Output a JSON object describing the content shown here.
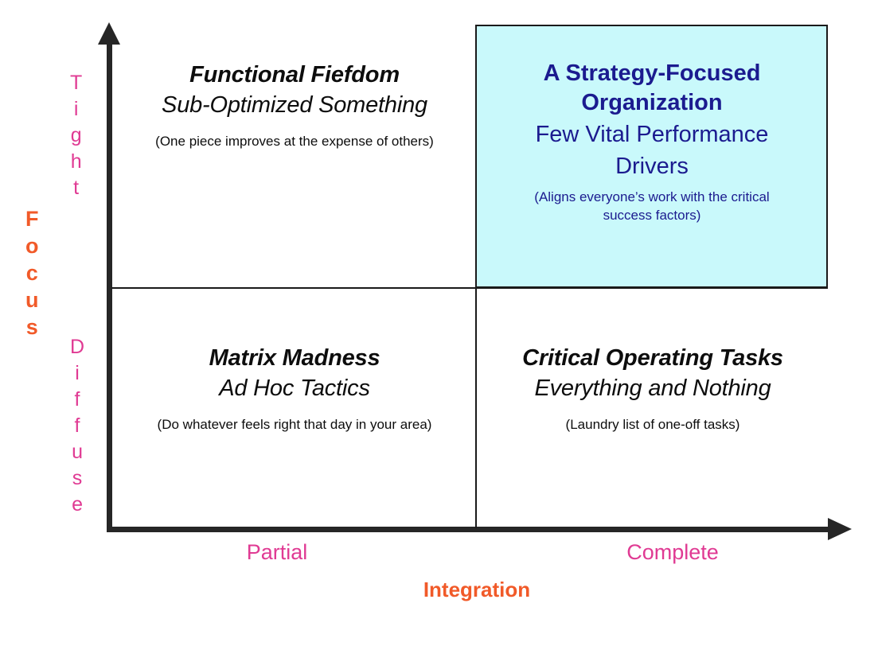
{
  "chart_data": {
    "type": "matrix",
    "title": "",
    "xlabel": "Integration",
    "ylabel": "Focus",
    "x_ticks": [
      "Partial",
      "Complete"
    ],
    "y_ticks": [
      "Tight",
      "Diffuse"
    ],
    "grid": false,
    "legend": "none",
    "quadrants": [
      {
        "position": "top-left",
        "x": "Partial",
        "y": "Tight",
        "title": "Functional Fiefdom",
        "subtitle": "Sub-Optimized Something",
        "note": "(One piece improves at the expense of others)",
        "highlighted": false
      },
      {
        "position": "top-right",
        "x": "Complete",
        "y": "Tight",
        "title": "A Strategy-Focused Organization",
        "subtitle": "Few Vital Performance Drivers",
        "note": "(Aligns everyone’s work with the critical success factors)",
        "highlighted": true
      },
      {
        "position": "bottom-left",
        "x": "Partial",
        "y": "Diffuse",
        "title": "Matrix Madness",
        "subtitle": "Ad Hoc Tactics",
        "note": "(Do whatever feels right that day in your area)",
        "highlighted": false
      },
      {
        "position": "bottom-right",
        "x": "Complete",
        "y": "Diffuse",
        "title": "Critical Operating Tasks",
        "subtitle": "Everything and Nothing",
        "note": "(Laundry list of one-off tasks)",
        "highlighted": false
      }
    ]
  },
  "axes": {
    "y": {
      "title": "Focus",
      "title_color": "#F15A29",
      "high_label": "Tight",
      "low_label": "Diffuse",
      "tick_color": "#E03A93"
    },
    "x": {
      "title": "Integration",
      "title_color": "#F15A29",
      "low_label": "Partial",
      "high_label": "Complete",
      "tick_color": "#E03A93"
    }
  },
  "quadrants": {
    "top_left": {
      "title": "Functional Fiefdom",
      "subtitle": "Sub-Optimized Something",
      "note": "(One piece improves at the expense of others)"
    },
    "top_right": {
      "title_line1": "A Strategy-Focused",
      "title_line2": "Organization",
      "subtitle_line1": "Few Vital Performance",
      "subtitle_line2": "Drivers",
      "note_line1": "(Aligns everyone’s work with the critical",
      "note_line2": "success factors)",
      "background_color": "#C9F9FB",
      "text_color": "#1B1B8F"
    },
    "bottom_left": {
      "title": "Matrix Madness",
      "subtitle": "Ad Hoc Tactics",
      "note": "(Do whatever feels right that day in your area)"
    },
    "bottom_right": {
      "title": "Critical Operating Tasks",
      "subtitle": "Everything and Nothing",
      "note": "(Laundry list of one-off tasks)"
    }
  },
  "letters": {
    "focus": [
      "F",
      "o",
      "c",
      "u",
      "s"
    ],
    "tight": [
      "T",
      "i",
      "g",
      "h",
      "t"
    ],
    "diffuse": [
      "D",
      "i",
      "f",
      "f",
      "u",
      "s",
      "e"
    ]
  }
}
